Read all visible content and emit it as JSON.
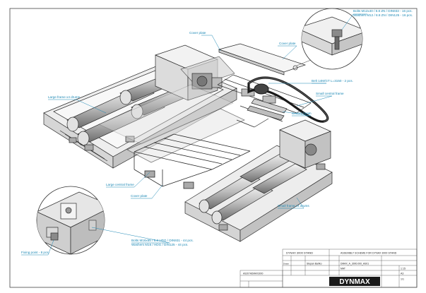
{
  "callouts": {
    "bolts_m12": "Bolts M12x40 / 8.8 ZN / DIN933 - 16 pcs.",
    "washers_m12": "Washers M12 / 8.8 ZN / DIN125 - 16 pcs.",
    "cover_plate_top": "Cover plate",
    "cover_plate_right": "Cover plate",
    "belt": "Belt 14M/GT L=3150 - 2 pcs.",
    "small_central_frame": "Small central frame",
    "central_beam": "Central beam",
    "large_frame_drums": "Large frame x4 drums",
    "large_central_frame": "Large central frame",
    "cover_plate_bottom": "Cover plate",
    "small_frame_drums": "Small frame x4 drums",
    "bolts_m16": "Bolts M16x55 / 8.8 HDG / DIN931 - 44 pcs.",
    "washers_m16": "Washers M16 / HDG / DIN125 - 44 pcs.",
    "fixing_point": "Fixing point - 8 pcs."
  },
  "title_block": {
    "product": "DYNAX 3000 STAND",
    "title": "ASSEMBLY SCHEME FOR DYNAX 3000 STAND",
    "drawn_label": "Drawn",
    "drawn_by": "Stepan Bartko",
    "drawing_no": "DMAX_A_3000.000_AS01",
    "material_label": "MAT",
    "scale": "1:15",
    "sheet_size": "A3",
    "sheet": "1/1",
    "revision_code": "AS3X7ADMAX3000",
    "brand": "DYNMAX"
  },
  "colors": {
    "callout": "#1c88b5",
    "line": "#2b2b2b",
    "shade": "#c8c8c8",
    "brand_bg": "#1a1a1a",
    "brand_fg": "#ffffff"
  }
}
